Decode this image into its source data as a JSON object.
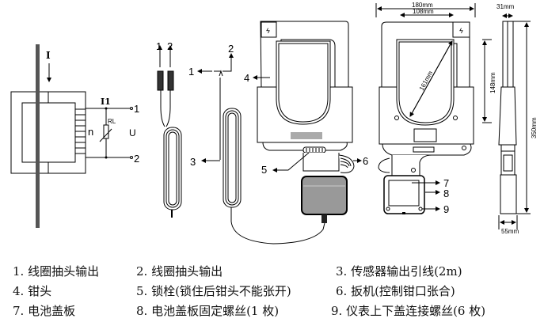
{
  "schematic": {
    "current_label": "I",
    "secondary_current_label": "I1",
    "turns_label": "n",
    "load_label": "RL",
    "voltage_label": "U",
    "terminal_1": "1",
    "terminal_2": "2"
  },
  "cable_left": {
    "plug_1": "1",
    "plug_2": "2"
  },
  "cable_right": {
    "lead_1": "1",
    "lead_2": "2",
    "lead_3": "3"
  },
  "front_view": {
    "callout_4": "4",
    "callout_5": "5",
    "callout_6": "6"
  },
  "back_view": {
    "dim_outer_width": "180mm",
    "dim_inner_width": "108mm",
    "dim_diagonal": "161mm",
    "dim_height": "148mm",
    "callout_7": "7",
    "callout_8": "8",
    "callout_9": "9"
  },
  "side_view": {
    "dim_top_thickness": "31mm",
    "dim_total_length": "350mm",
    "dim_bottom_thickness": "55mm"
  },
  "legend": [
    "1. 线圈抽头输出",
    "2. 线圈抽头输出",
    "3. 传感器输出引线(2m)",
    "4. 钳头",
    "5. 锁栓(锁住后钳头不能张开)",
    "6. 扳机(控制钳口张合)",
    "7. 电池盖板",
    "8. 电池盖板固定螺丝(1 枚)",
    "9. 仪表上下盖连接螺丝(6 枚)"
  ]
}
